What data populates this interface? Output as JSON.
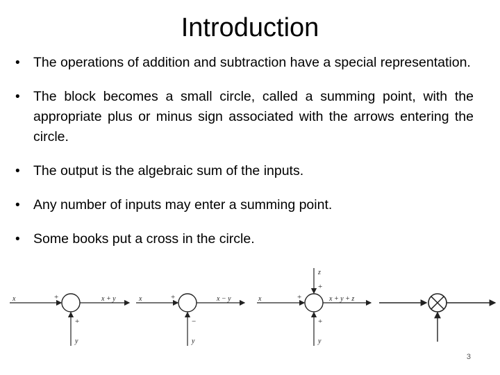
{
  "slide": {
    "title": "Introduction",
    "bullets": [
      "The operations of addition and subtraction have a special representation.",
      "The block becomes a small circle, called a summing point, with the appropriate plus or minus sign associated with the arrows entering the circle.",
      "The output is the algebraic sum of the inputs.",
      "Any number of inputs may enter a summing point.",
      "Some books put a cross in the circle."
    ],
    "page_number": "3"
  },
  "diagrams": {
    "d1": {
      "in_left": "x",
      "sign_left": "+",
      "in_bottom": "y",
      "sign_bottom": "+",
      "output": "x + y"
    },
    "d2": {
      "in_left": "x",
      "sign_left": "+",
      "in_bottom": "y",
      "sign_bottom": "−",
      "output": "x − y"
    },
    "d3": {
      "in_left": "x",
      "sign_left": "+",
      "in_top": "z",
      "sign_top": "+",
      "in_bottom": "y",
      "sign_bottom": "+",
      "output": "x + y + z"
    }
  }
}
